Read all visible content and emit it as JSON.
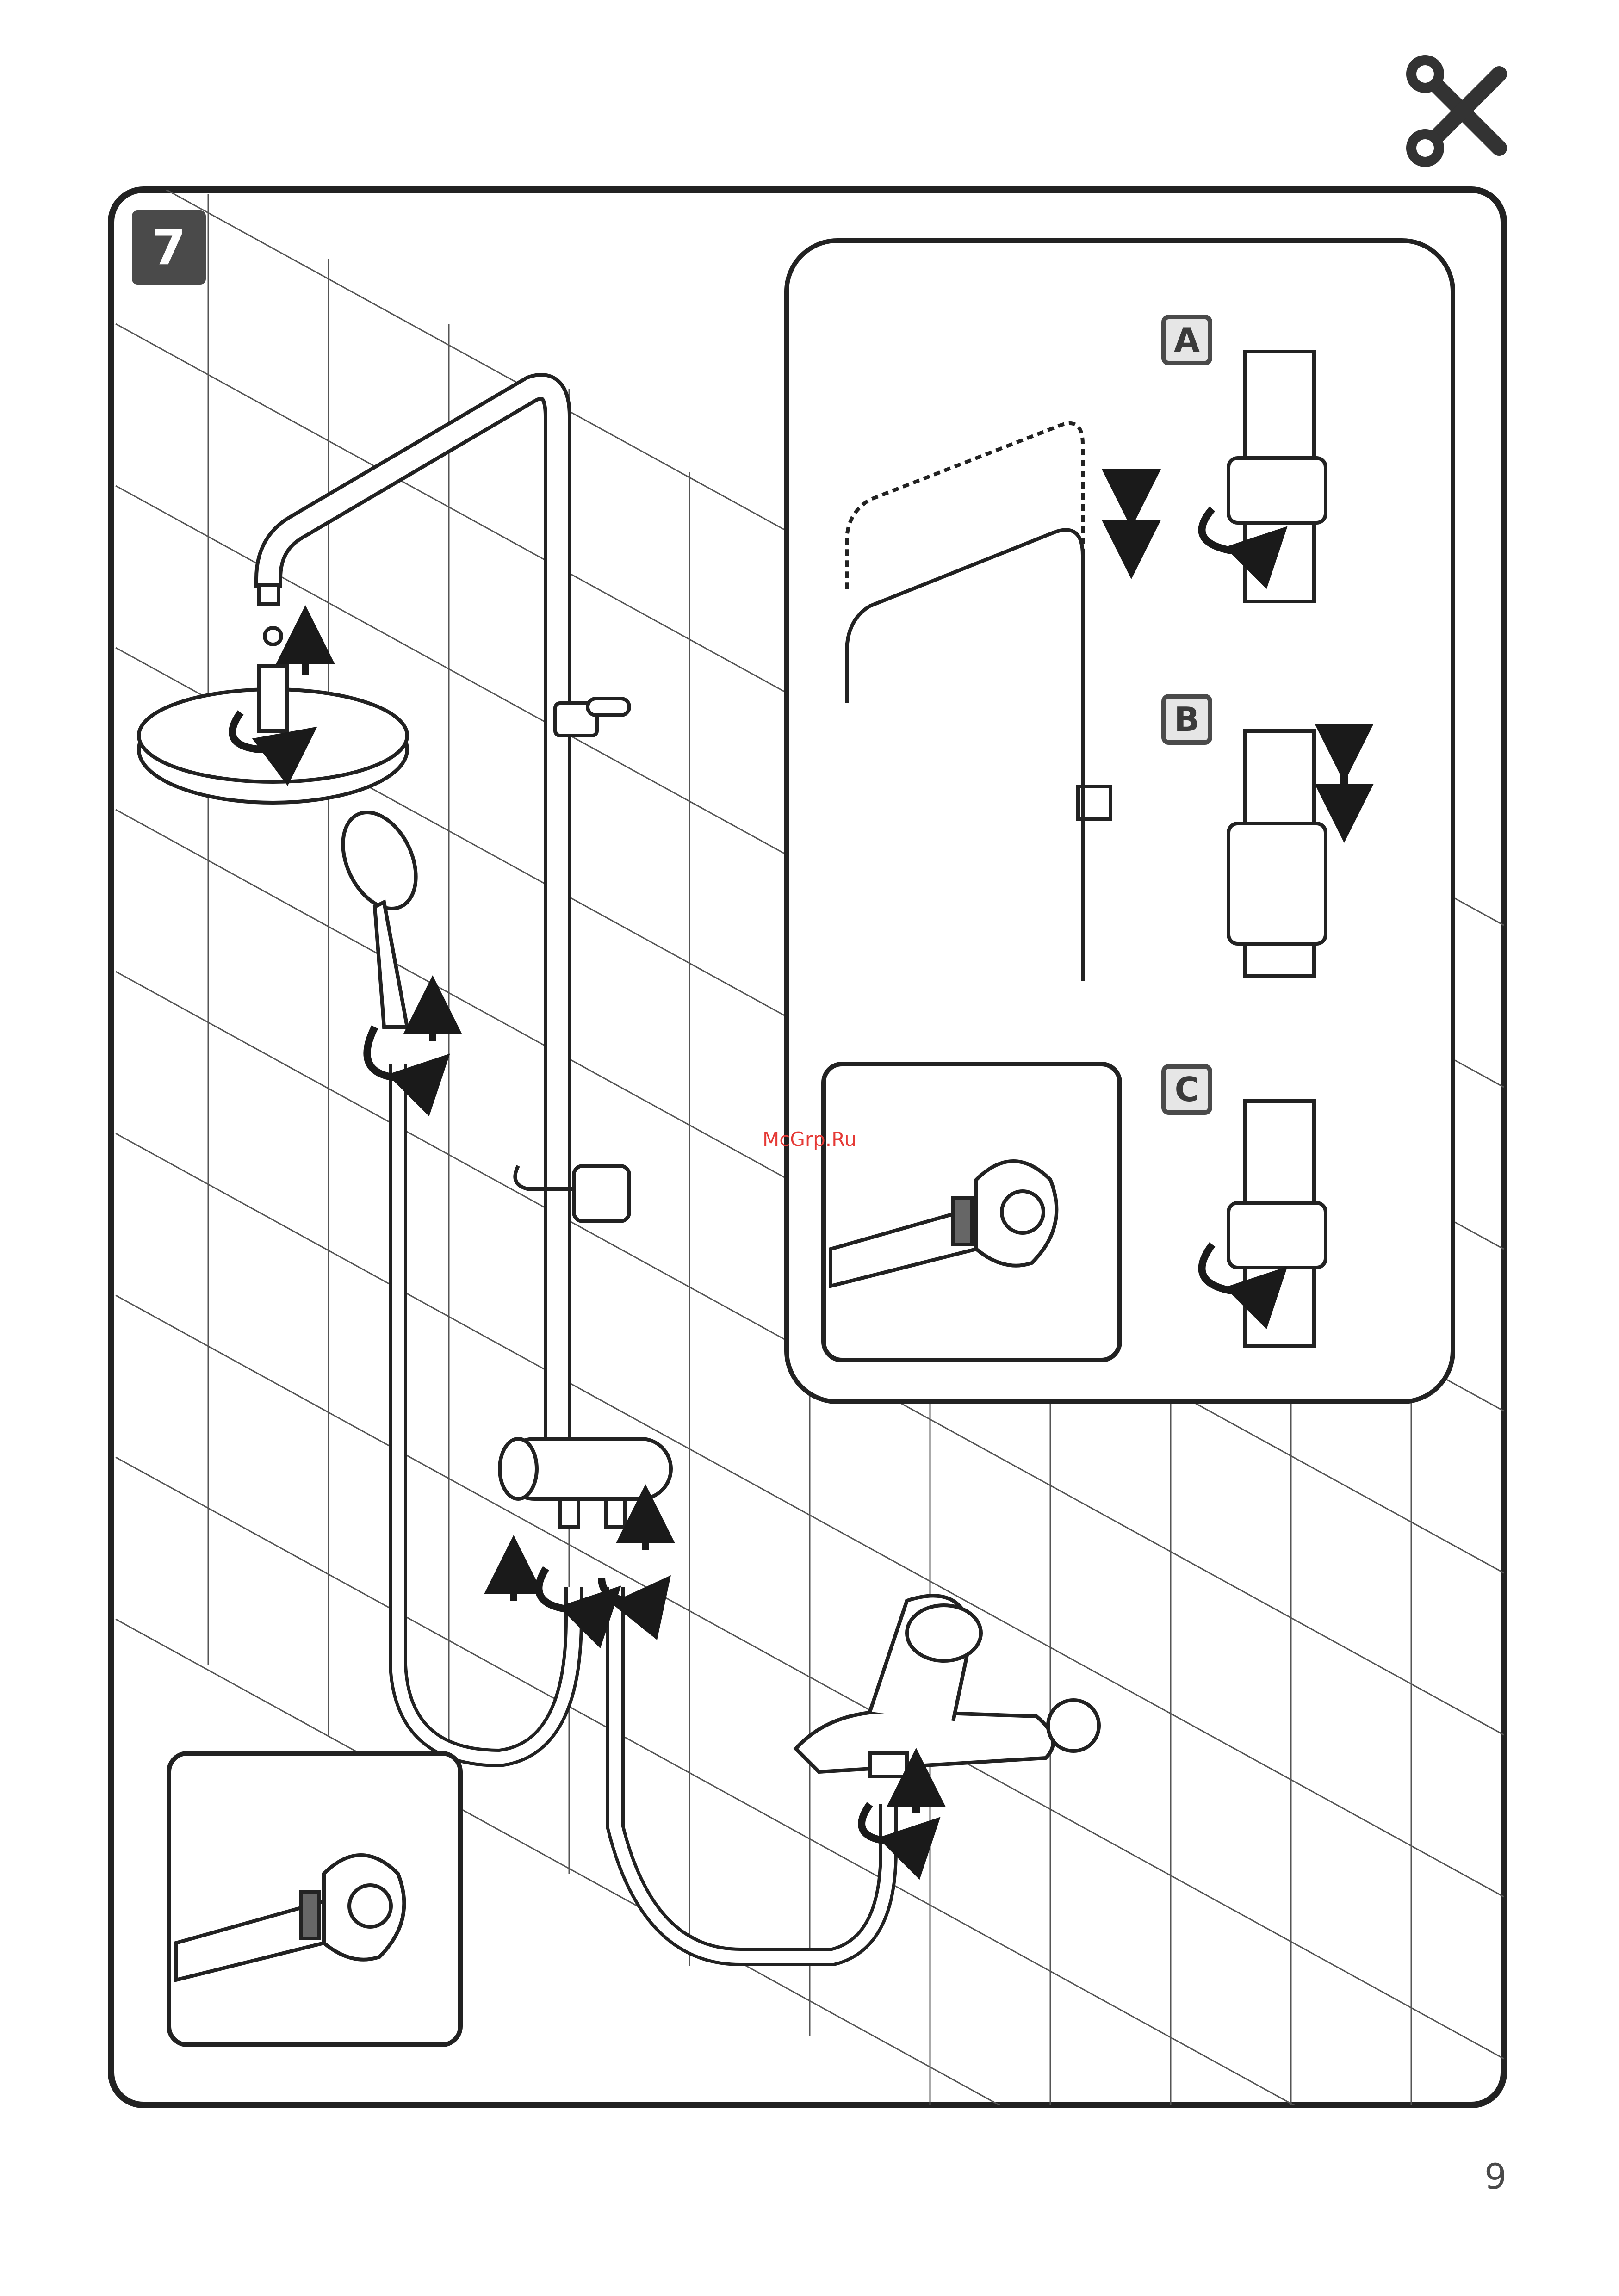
{
  "step": {
    "number": "7"
  },
  "variants": {
    "a": "A",
    "b": "B",
    "c": "C"
  },
  "watermark": "McGrp.Ru",
  "page": {
    "number": "9"
  },
  "icons": {
    "tools": "wrench-screwdriver-icon",
    "rotate": "rotate-arrow-icon",
    "up": "arrow-up-icon",
    "updown": "double-arrow-icon",
    "wrench": "adjustable-wrench-icon"
  },
  "colors": {
    "line": "#3a3a3a",
    "label_bg": "#4a4a4a",
    "tile": "#555555",
    "watermark": "#e53935"
  }
}
